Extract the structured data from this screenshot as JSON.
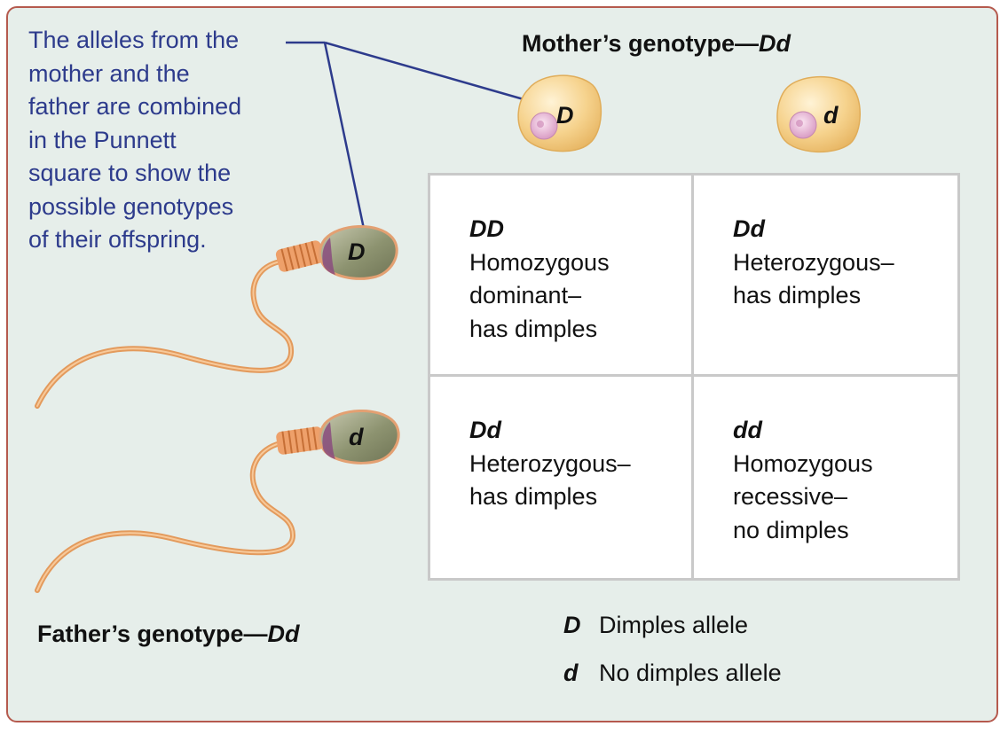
{
  "callout": {
    "lines": [
      "The alleles from the",
      "mother and the",
      "father are combined",
      "in the Punnett",
      "square to show the",
      "possible genotypes",
      "of their offspring."
    ]
  },
  "mother": {
    "title": "Mother’s genotype—",
    "genotype": "Dd",
    "eggs": [
      "D",
      "d"
    ]
  },
  "father": {
    "title": "Father’s genotype—",
    "genotype": "Dd",
    "sperm": [
      "D",
      "d"
    ]
  },
  "punnett": [
    {
      "genotype": "DD",
      "lines": [
        "Homozygous",
        "dominant–",
        "has dimples"
      ]
    },
    {
      "genotype": "Dd",
      "lines": [
        "Heterozygous–",
        "has dimples"
      ]
    },
    {
      "genotype": "Dd",
      "lines": [
        "Heterozygous–",
        "has dimples"
      ]
    },
    {
      "genotype": "dd",
      "lines": [
        "Homozygous",
        "recessive–",
        "no dimples"
      ]
    }
  ],
  "key": [
    {
      "symbol": "D",
      "label": "Dimples allele"
    },
    {
      "symbol": "d",
      "label": "No dimples allele"
    }
  ],
  "colors": {
    "frame_border": "#b55a4e",
    "background": "#e6eeea",
    "callout_text": "#2d3b8c",
    "egg": "#f6cf86",
    "egg_nucleus": "#e7b5d2",
    "sperm_tail": "#e39a5c",
    "sperm_head": "#a9ad8d",
    "grid_line": "#c9c9c9"
  }
}
